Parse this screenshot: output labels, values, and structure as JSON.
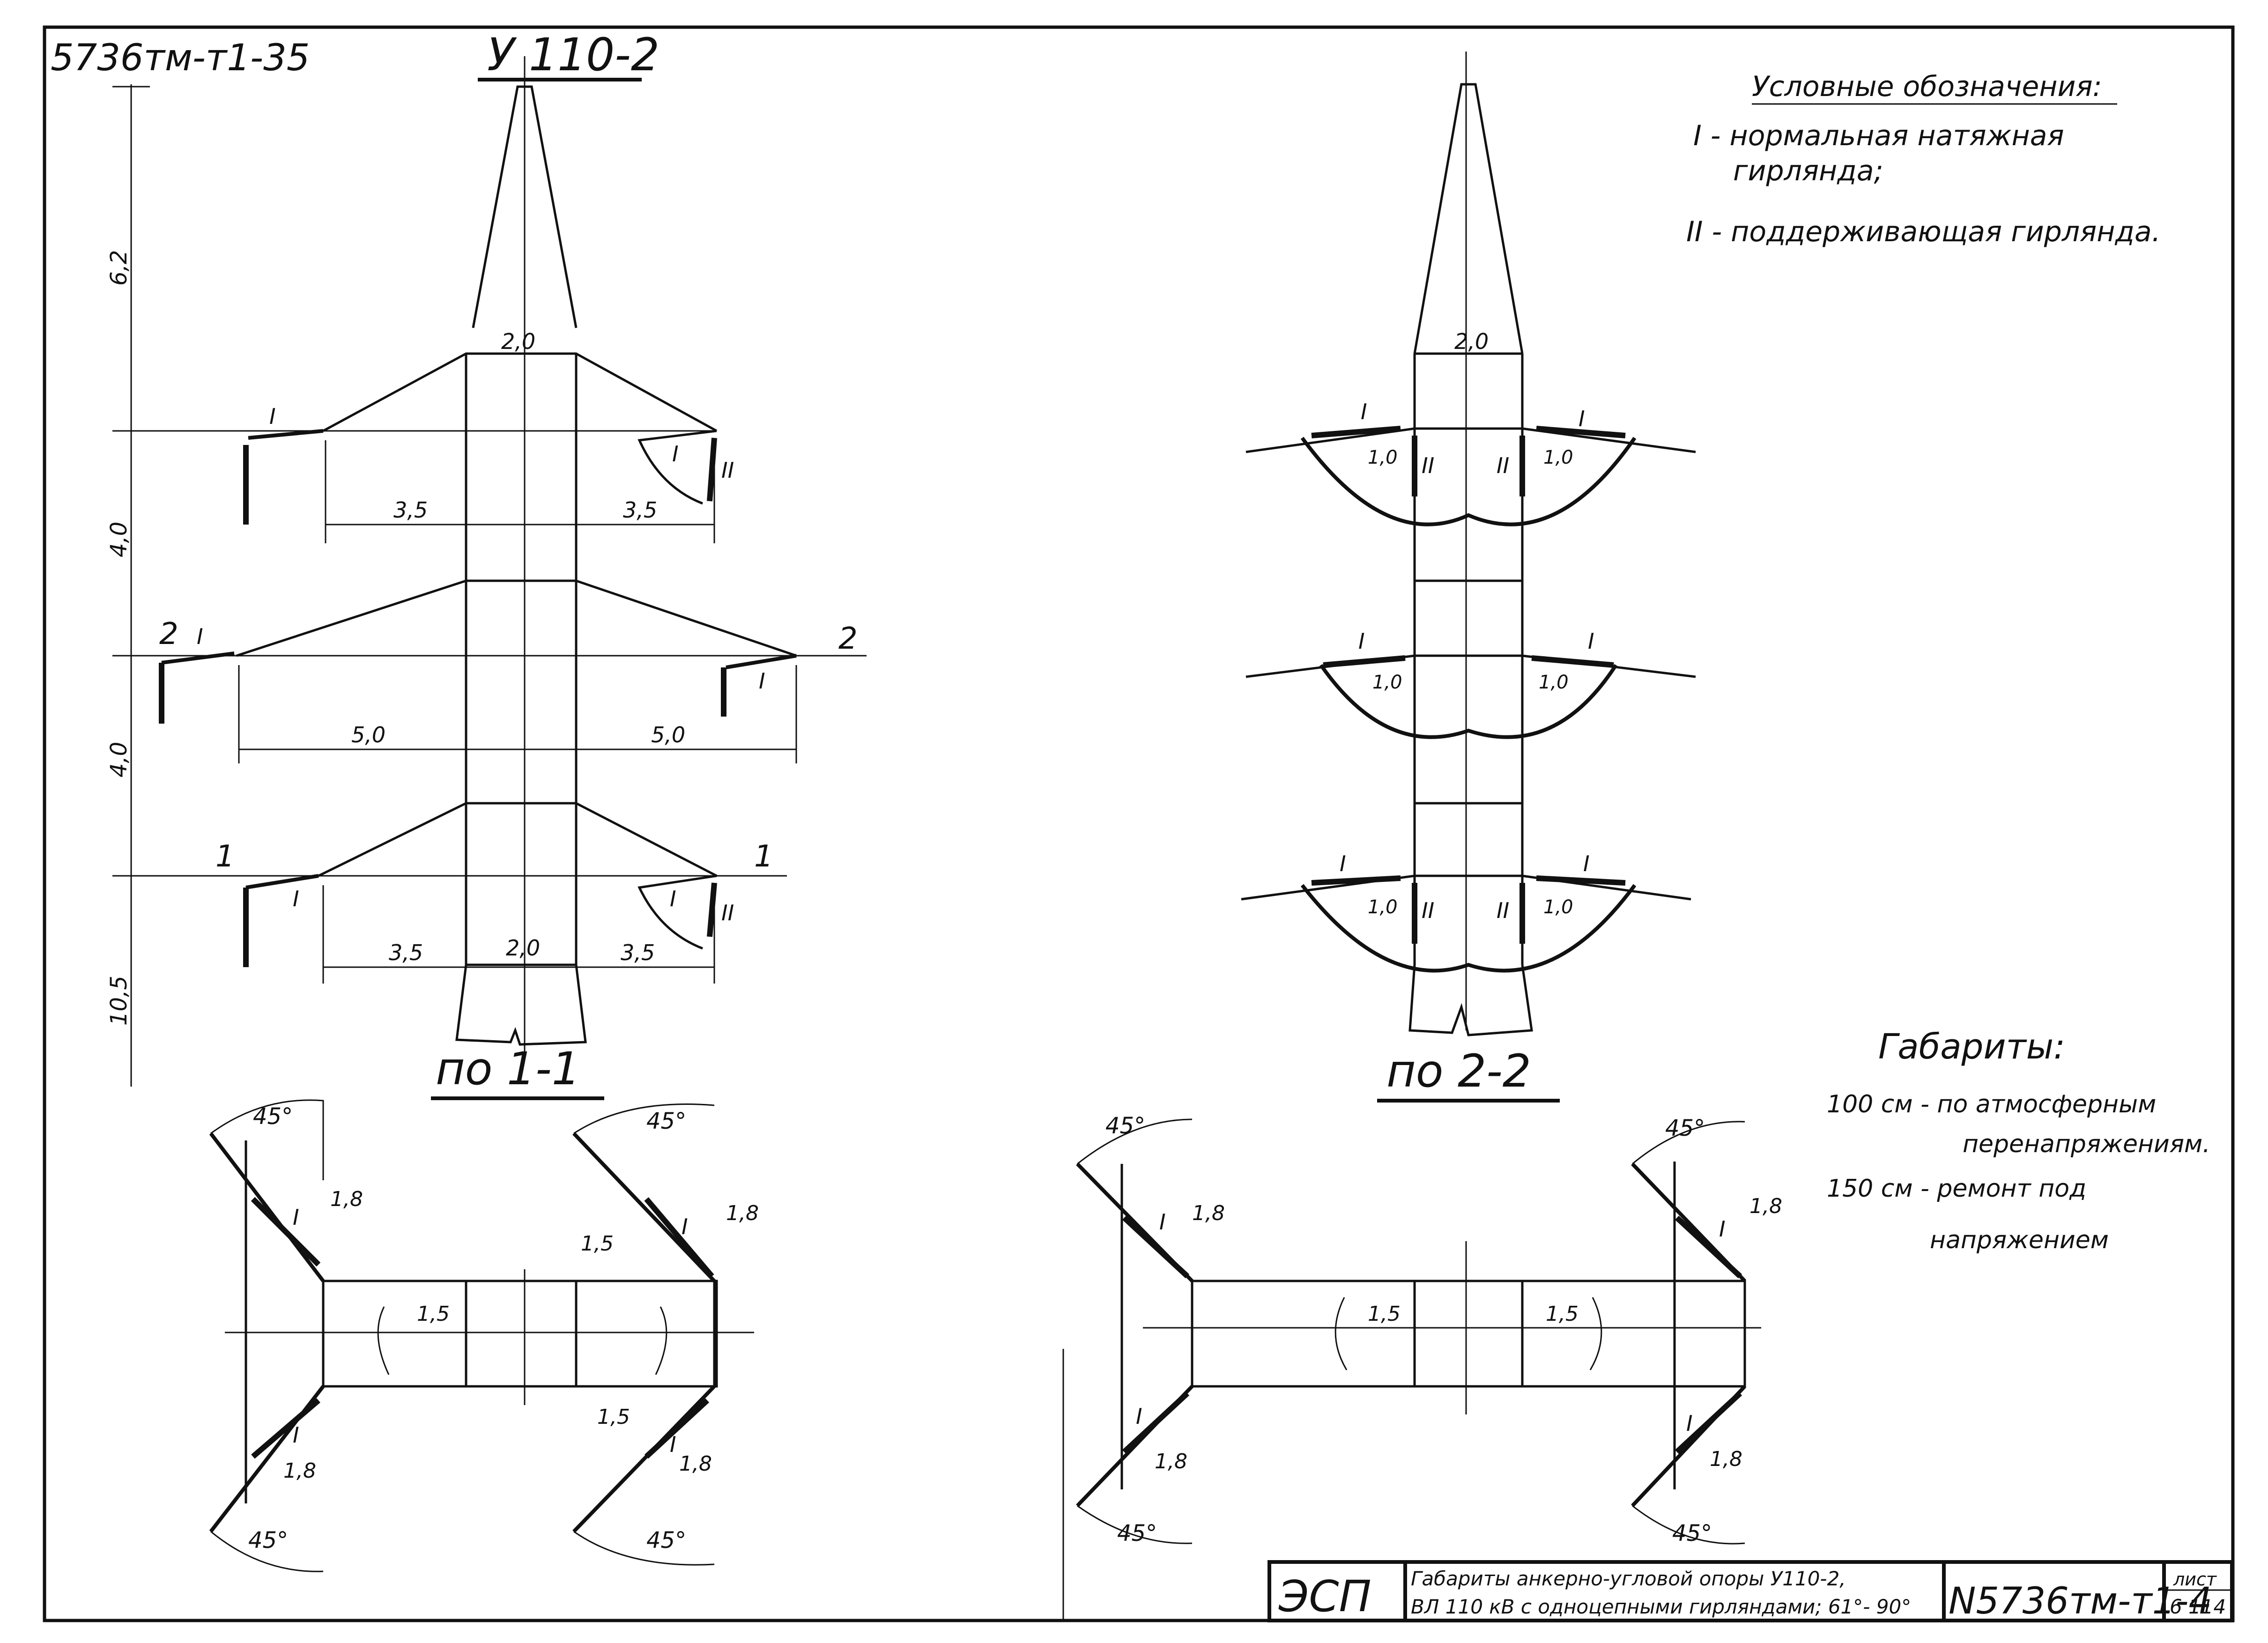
{
  "sheet": {
    "doc_number_top": "5736тм-т1-35",
    "tower_title": "У 110-2"
  },
  "legend": {
    "title": "Условные обозначения:",
    "item1_line1": "I - нормальная натяжная",
    "item1_line2": "гирлянда;",
    "item2": "II - поддерживающая гирлянда."
  },
  "clearances": {
    "title": "Габариты:",
    "line1a": "100 см - по атмосферным",
    "line1b": "перенапряжениям.",
    "line2a": "150 см - ремонт под",
    "line2b": "напряжением"
  },
  "elevation_left": {
    "height_dims": [
      "6,2",
      "4,0",
      "4,0",
      "10,5"
    ],
    "top_width": "2,0",
    "bottom_width": "2,0",
    "upper_arm_dims": [
      "3,5",
      "3,5"
    ],
    "middle_arm_dims": [
      "5,0",
      "5,0"
    ],
    "lower_arm_dims": [
      "3,5",
      "3,5"
    ],
    "section_marks": [
      "2",
      "2",
      "1",
      "1"
    ],
    "string_normal": "I",
    "string_support": "II"
  },
  "elevation_right": {
    "top_width": "2,0",
    "angle_dim": "1,0",
    "string_normal": "I",
    "string_support": "II"
  },
  "section_left": {
    "label": "по 1-1",
    "angle": "45°",
    "string_dim": "1,8",
    "radius_dim": "1,5",
    "string_normal": "I"
  },
  "section_right": {
    "label": "по 2-2",
    "angle": "45°",
    "string_dim": "1,8",
    "radius_dim": "1,5",
    "string_normal": "I"
  },
  "title_block": {
    "org": "ЭСП",
    "desc_line1": "Габариты анкерно-угловой опоры У110-2,",
    "desc_line2": "ВЛ 110 кВ с одноцепными гирляндами; 61°- 90°",
    "doc_number": "N5736тм-т1-4",
    "sheet_label": "лист",
    "sheet_num": "6 114"
  }
}
